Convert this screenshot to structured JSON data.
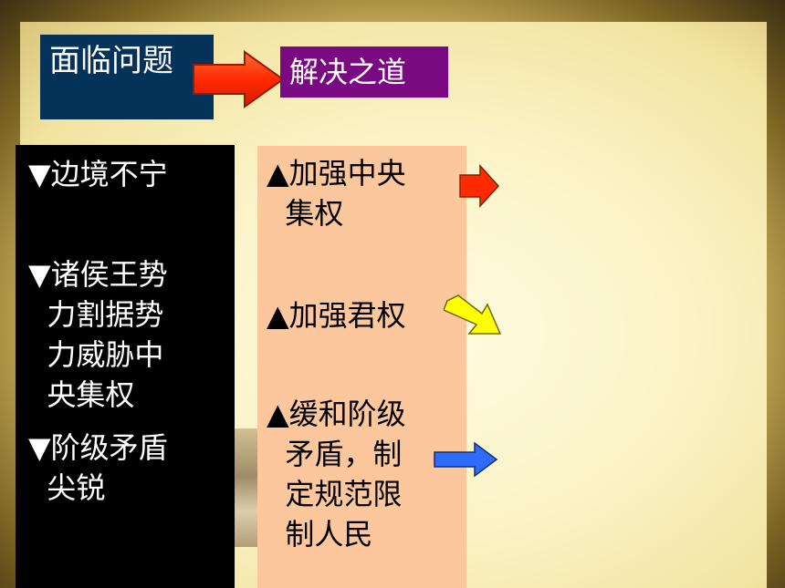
{
  "header": {
    "problem_label": "面临问题",
    "solution_label": "解决之道"
  },
  "problems": [
    "▼边境不宁",
    "▼诸侯王势\n  力割据势\n  力威胁中\n  央集权",
    "▼阶级矛盾\n  尖锐"
  ],
  "solutions": [
    "▲加强中央\n  集权",
    "▲加强君权",
    "▲缓和阶级\n  矛盾，制\n  定规范限\n  制人民"
  ],
  "colors": {
    "problem_header_bg": "#053259",
    "solution_header_bg": "#7a0a82",
    "problems_panel_bg": "#000000",
    "solutions_panel_bg": "#fcc79d",
    "arrow_red": "#ff2a00",
    "arrow_yellow": "#ffff00",
    "arrow_blue": "#2f6bff"
  },
  "icons": [
    "right-arrow-icon"
  ]
}
